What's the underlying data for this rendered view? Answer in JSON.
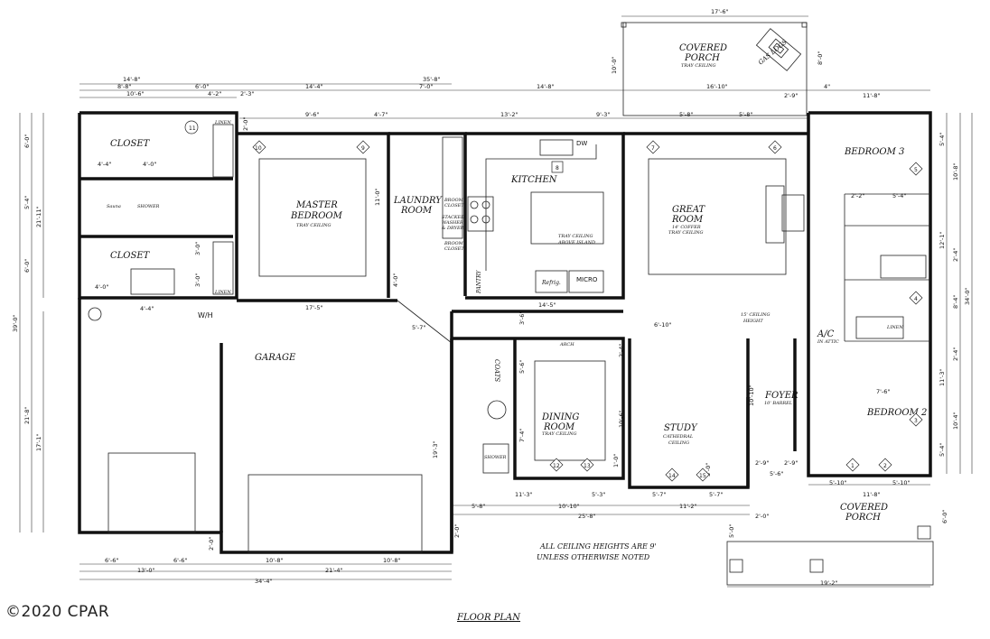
{
  "copyright": "©2020 CPAR",
  "plan_title": "FLOOR PLAN",
  "ceiling_note": [
    "ALL CEILING HEIGHTS ARE 9'",
    "UNLESS OTHERWISE NOTED"
  ],
  "rooms": {
    "closet_top": "CLOSET",
    "closet_bottom": "CLOSET",
    "sauna": "Sauna",
    "shower_top": "SHOWER",
    "linen_top": "LINEN",
    "linen_bottom": "LINEN",
    "master": [
      "MASTER",
      "BEDROOM"
    ],
    "master_note": "TRAY CEILING",
    "laundry": [
      "LAUNDRY",
      "ROOM"
    ],
    "broom_closet_top": [
      "BROOM",
      "CLOSET"
    ],
    "stacked_washer": [
      "STACKED",
      "WASHER",
      "& DRYER"
    ],
    "broom_closet_bottom": [
      "BROOM",
      "CLOSET"
    ],
    "kitchen": "KITCHEN",
    "kitchen_note": [
      "TRAY CEILING",
      "ABOVE ISLAND"
    ],
    "dw": "DW",
    "refrig": "Refrig.",
    "micro": "MICRO",
    "pantry": "PANTRY",
    "great_room": [
      "GREAT",
      "ROOM"
    ],
    "great_note": [
      "14' COFFER",
      "TRAY CEILING"
    ],
    "covered_porch_top": [
      "COVERED",
      "PORCH"
    ],
    "covered_porch_top_note": "TRAY CEILING",
    "gas_logs": "GAS LOGS",
    "bedroom3": "BEDROOM 3",
    "bedroom2": "BEDROOM 2",
    "ac": "A/C",
    "ac_note": "IN ATTIC",
    "linen_bath": "LINEN",
    "garage": "GARAGE",
    "wh": "W/H",
    "dining": [
      "DINING",
      "ROOM"
    ],
    "dining_note": "TRAY CEILING",
    "study": "STUDY",
    "study_note": [
      "CATHEDRAL",
      "CEILING"
    ],
    "foyer": "FOYER",
    "foyer_note": "10' BARREL",
    "ceiling_15": [
      "15' CEILING",
      "HEIGHT"
    ],
    "covered_porch_bottom": [
      "COVERED",
      "PORCH"
    ],
    "coats": "COATS",
    "shower_bottom": "SHOWER",
    "arch": "ARCH"
  },
  "dims": {
    "top_overall": "35'-8\"",
    "top_left": "14'-8\"",
    "porch_width": "17'-6\"",
    "porch_depth": "8'-0\"",
    "porch_depth2": "10'-0\"",
    "d_8_8": "8'-8\"",
    "d_6_0a": "6'-0\"",
    "d_10_6": "10'-6\"",
    "d_4_2": "4'-2\"",
    "d_2_3": "2'-3\"",
    "d_14_4": "14'-4\"",
    "d_7_0": "7'-0\"",
    "d_14_8b": "14'-8\"",
    "d_16_10": "16'-10\"",
    "d_2_9a": "2'-9\"",
    "d_4": "4\"",
    "d_11_8a": "11'-8\"",
    "d_9_6": "9'-6\"",
    "d_4_7": "4'-7\"",
    "d_13_2": "13'-2\"",
    "d_9_3": "9'-3\"",
    "d_5_8a": "5'-8\"",
    "d_5_8b": "5'-8\"",
    "d_2_0a": "2'-0\"",
    "d_4_4a": "4'-4\"",
    "d_4_0a": "4'-0\"",
    "d_4_0b": "4'-0\"",
    "d_4_4b": "4'-4\"",
    "d_3_0a": "3'-0\"",
    "d_3_0b": "3'-0\"",
    "d_11_0": "11'-0\"",
    "d_4_0c": "4'-0\"",
    "d_2_2": "2'-2\"",
    "d_5_4a": "5'-4\"",
    "d_17_5": "17'-5\"",
    "d_14_5": "14'-5\"",
    "d_3_6": "3'-6\"",
    "d_5_7": "5'-7\"",
    "d_6_10": "6'-10\"",
    "d_2_4": "2'-4\"",
    "d_5_6": "5'-6\"",
    "d_7_4": "7'-4\"",
    "d_10_6b": "10'-6\"",
    "d_1_0": "1'-0\"",
    "d_10_10": "10'-10\"",
    "d_19_3": "19'-3\"",
    "d_7_6": "7'-6\"",
    "d_2_9b": "2'-9\"",
    "d_2_9c": "2'-9\"",
    "d_5_6b": "5'-6\"",
    "d_3_0c": "3'-0\"",
    "d_5_10a": "5'-10\"",
    "d_5_10b": "5'-10\"",
    "d_11_8b": "11'-8\"",
    "d_5_8c": "5'-8\"",
    "d_11_3": "11'-3\"",
    "d_5_3": "5'-3\"",
    "d_10_10b": "10'-10\"",
    "d_25_8": "25'-8\"",
    "d_5_7b": "5'-7\"",
    "d_5_7c": "5'-7\"",
    "d_11_2": "11'-2\"",
    "d_2_0b": "2'-0\"",
    "d_5_0": "5'-0\"",
    "d_2_0c": "2'-0\"",
    "d_6_6a": "6'-6\"",
    "d_6_6b": "6'-6\"",
    "d_13_0": "13'-0\"",
    "d_10_8a": "10'-8\"",
    "d_10_8b": "10'-8\"",
    "d_21_4": "21'-4\"",
    "d_34_4": "34'-4\"",
    "d_19_2": "19'-2\"",
    "d_2_0d": "2'-0\"",
    "left_6_0a": "6'-0\"",
    "left_5_4": "5'-4\"",
    "left_21_11": "21'-11\"",
    "left_6_0b": "6'-0\"",
    "left_39_0": "39'-0\"",
    "left_21_8": "21'-8\"",
    "left_17_1": "17'-1\"",
    "right_5_4a": "5'-4\"",
    "right_10_8": "10'-8\"",
    "right_12_1": "12'-1\"",
    "right_2_4a": "2'-4\"",
    "right_8_4": "8'-4\"",
    "right_34_0": "34'-0\"",
    "right_2_4b": "2'-4\"",
    "right_11_3": "11'-3\"",
    "right_10_4": "10'-4\"",
    "right_5_4b": "5'-4\"",
    "right_6_0": "6'-0\""
  },
  "tags": [
    "1",
    "2",
    "3",
    "4",
    "5",
    "6",
    "7",
    "8",
    "9",
    "10",
    "11",
    "12",
    "13",
    "14",
    "15"
  ]
}
